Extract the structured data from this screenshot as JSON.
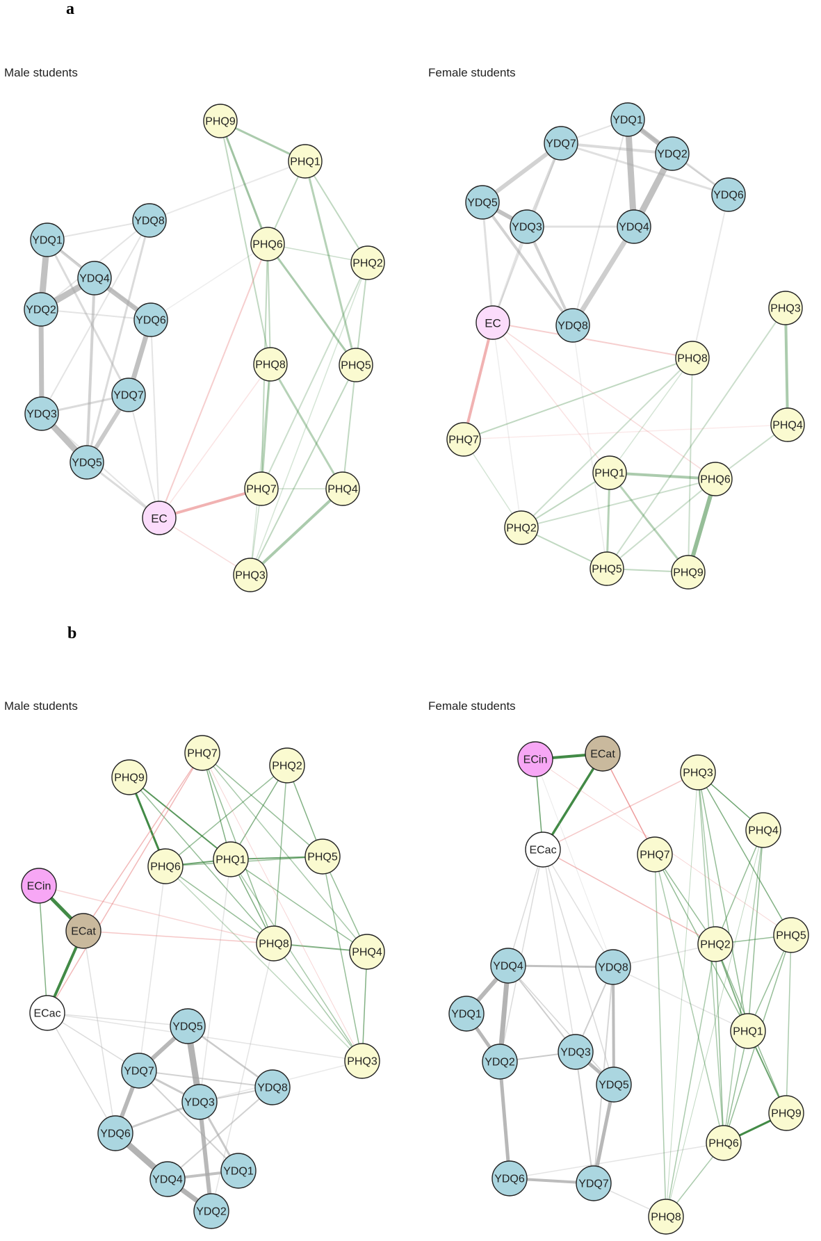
{
  "panels": {
    "a": {
      "letter": "a",
      "left_title": "Male students",
      "right_title": "Female students"
    },
    "b": {
      "letter": "b",
      "left_title": "Male students",
      "right_title": "Female students"
    }
  },
  "colors": {
    "ydq": "#abd6e0",
    "phq": "#fafad0",
    "ec": "#fbdcfb",
    "ecin": "#f7a7f5",
    "ecat": "#c9b99d",
    "ecac": "#ffffff",
    "edge_gray": "#a6a6a6",
    "edge_green": "#2e7d32",
    "edge_red": "#e57373"
  }
}
